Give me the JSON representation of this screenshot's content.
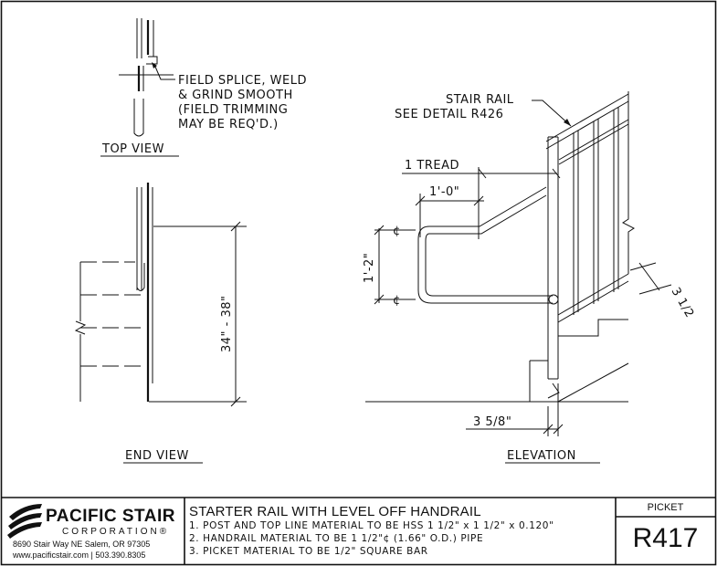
{
  "drawing": {
    "top_view": {
      "title": "TOP VIEW",
      "callout": [
        "FIELD SPLICE, WELD",
        "& GRIND SMOOTH",
        "(FIELD TRIMMING",
        "MAY BE REQ'D.)"
      ]
    },
    "end_view": {
      "title": "END VIEW",
      "height_dim": "34\" - 38\""
    },
    "elevation": {
      "title": "ELEVATION",
      "stair_rail_note": [
        "STAIR RAIL",
        "SEE DETAIL R426"
      ],
      "tread_dim": "1 TREAD",
      "offset_dim": "1'-0\"",
      "rise_dim": "1'-2\"",
      "centerline_mark": "¢",
      "slope_dim": "3 1/2",
      "post_dim": "3 5/8\""
    }
  },
  "title_block": {
    "company": "PACIFIC STAIR",
    "corporation": "CORPORATION",
    "registered_mark": "®",
    "address": "8690 Stair Way NE Salem, OR 97305",
    "contact": "www.pacificstair.com  |  503.390.8305",
    "title": "STARTER RAIL WITH LEVEL OFF HANDRAIL",
    "notes": [
      "1. POST AND TOP LINE MATERIAL TO BE HSS 1 1/2\" x 1 1/2\" x 0.120\"",
      "2. HANDRAIL MATERIAL TO BE 1 1/2\"¢ (1.66\" O.D.) PIPE",
      "3. PICKET MATERIAL TO BE 1/2\" SQUARE BAR"
    ],
    "category": "PICKET",
    "detail_number": "R417"
  }
}
